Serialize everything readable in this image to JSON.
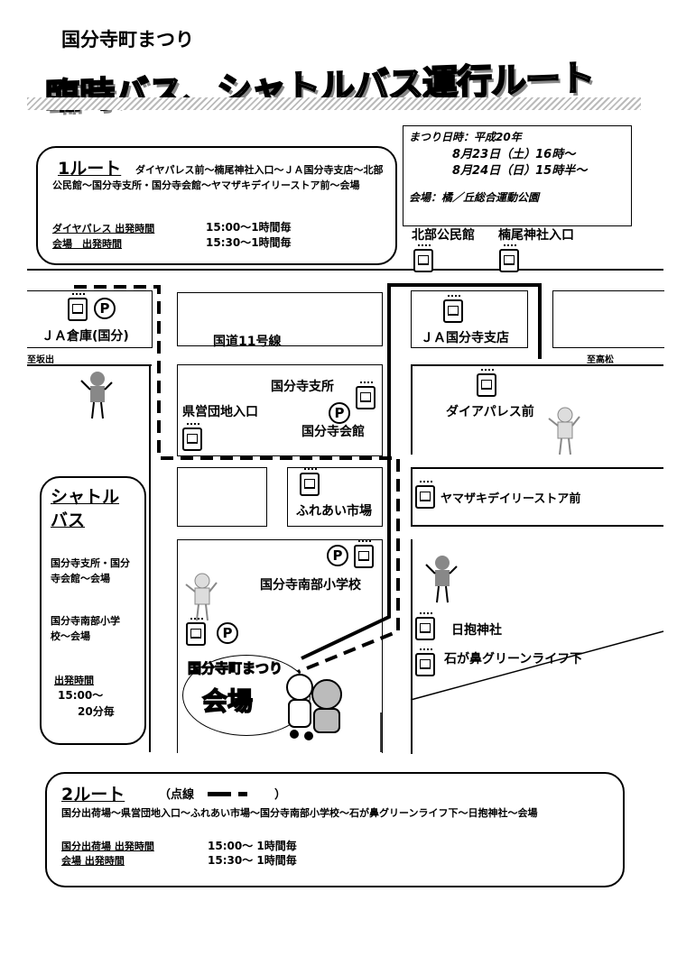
{
  "header": {
    "festival": "国分寺町まつり",
    "title": "臨時バス、シャトルバス運行ルート"
  },
  "info": {
    "date_label": "まつり日時：平成20年",
    "date1": "8月23日（土）16時～",
    "date2": "8月24日（日）15時半～",
    "venue": "会場：橘／丘総合運動公園"
  },
  "route1": {
    "title": "1ルート",
    "stops": "ダイヤパレス前～楠尾神社入口～ＪＡ国分寺支店～北部公民館～国分寺支所・国分寺会館～ヤマザキデイリーストア前～会場",
    "dep1_label": "ダイヤパレス 出発時間",
    "dep1_time": "15:00～1時間毎",
    "dep2_label": "会場　出発時間",
    "dep2_time": "15:30～1時間毎"
  },
  "shuttle": {
    "title_line1": "シャトル",
    "title_line2": "バス",
    "route_a": "国分寺支所・国分寺会館～会場",
    "route_b": "国分寺南部小学校～会場",
    "dep_label": "出発時間",
    "dep_time1": "15:00～",
    "dep_time2": "20分毎"
  },
  "route2": {
    "title": "2ルート",
    "legend": "（点線",
    "legend_end": "）",
    "stops": "国分出荷場～県営団地入口～ふれあい市場～国分寺南部小学校～石が鼻グリーンライフ下～日抱神社～会場",
    "dep1_label": "国分出荷場 出発時間",
    "dep1_time": "15:00～ 1時間毎",
    "dep2_label": "会場 出発時間",
    "dep2_time": "15:30～ 1時間毎"
  },
  "map": {
    "hokubu": "北部公民館",
    "kusuo": "楠尾神社入口",
    "ja_warehouse": "ＪＡ倉庫(国分)",
    "to_left": "至坂出",
    "route11": "国道11号線",
    "ja_branch": "ＪＡ国分寺支店",
    "to_right": "至高松",
    "branch_office": "国分寺支所",
    "kenei": "県営団地入口",
    "hall": "国分寺会館",
    "diapalace": "ダイアパレス前",
    "fureai": "ふれあい市場",
    "yamazaki": "ヤマザキデイリーストア前",
    "nanbu": "国分寺南部小学校",
    "hidaki": "日抱神社",
    "ishigahana": "石が鼻グリーンライフ下",
    "venue_sub": "国分寺町まつり",
    "venue": "会場",
    "parking": "P"
  }
}
